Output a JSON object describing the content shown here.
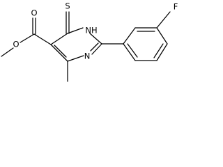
{
  "structure": {
    "atoms": {
      "sulfur": "S",
      "ring_nh": "NH",
      "ring_n": "N",
      "fluorine": "F",
      "carbonyl_oxygen": "O",
      "ester_oxygen": "O"
    }
  }
}
